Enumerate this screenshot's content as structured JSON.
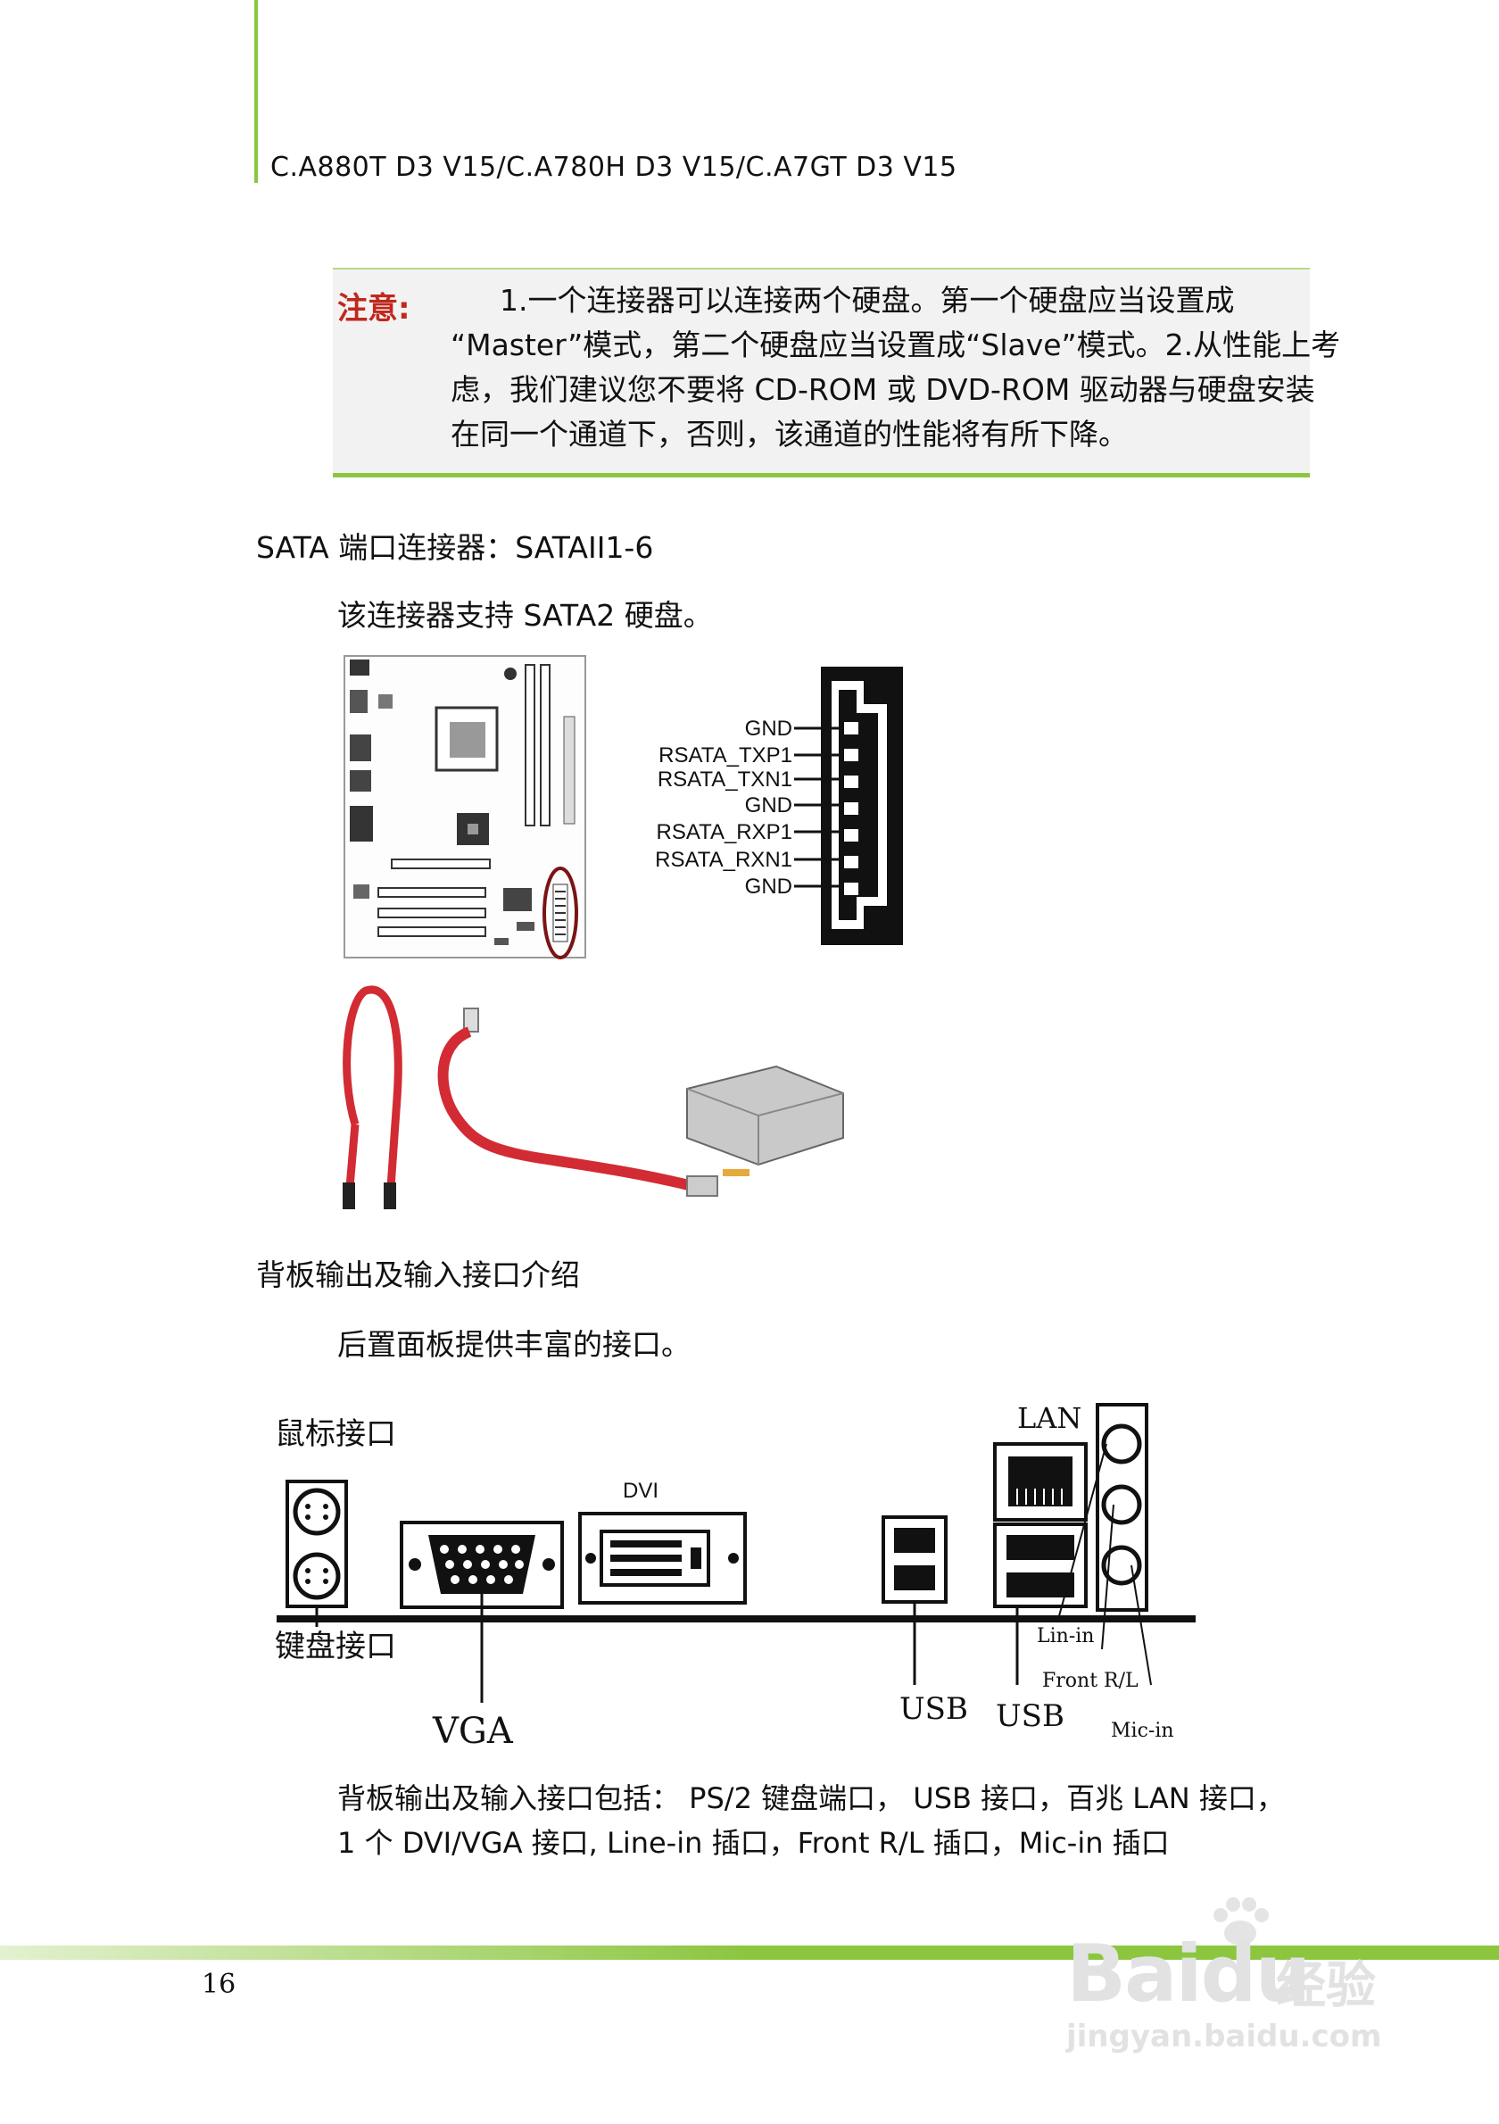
{
  "header": {
    "model_line": "C.A880T D3 V15/C.A780H D3 V15/C.A7GT D3 V15"
  },
  "note": {
    "label": "注意:",
    "lines": [
      "1.一个连接器可以连接两个硬盘。第一个硬盘应当设置成",
      "“Master”模式，第二个硬盘应当设置成“Slave”模式。2.从性能上考",
      "虑，我们建议您不要将 CD-ROM 或 DVD-ROM 驱动器与硬盘安装",
      "在同一个通道下，否则，该通道的性能将有所下降。"
    ]
  },
  "sata": {
    "heading": "SATA 端口连接器：SATAII1-6",
    "description": "该连接器支持 SATA2  硬盘。",
    "pins": [
      "GND",
      "RSATA_TXP1",
      "RSATA_TXN1",
      "GND",
      "RSATA_RXP1",
      "RSATA_RXN1",
      "GND"
    ]
  },
  "rear_panel": {
    "heading": "背板输出及输入接口介绍",
    "description": "后置面板提供丰富的接口。",
    "labels": {
      "mouse": "鼠标接口",
      "keyboard": "键盘接口",
      "vga": "VGA",
      "dvi": "DVI",
      "lan": "LAN",
      "usb1": "USB",
      "usb2": "USB",
      "line_in": "Lin-in",
      "front": "Front R/L",
      "mic_in": "Mic-in"
    },
    "summary_lines": [
      "背板输出及输入接口包括：  PS/2 键盘端口，  USB 接口，百兆 LAN 接口，",
      "1 个 DVI/VGA 接口, Line-in 插口，Front R/L 插口，Mic-in 插口"
    ]
  },
  "footer": {
    "page_number": "16"
  },
  "watermark": {
    "brand": "Bai",
    "brand2": "du",
    "product": "经验",
    "url": "jingyan.baidu.com"
  },
  "colors": {
    "accent_green": "#8cc63f",
    "note_red": "#c0271d",
    "cable_red": "#d22b33"
  }
}
